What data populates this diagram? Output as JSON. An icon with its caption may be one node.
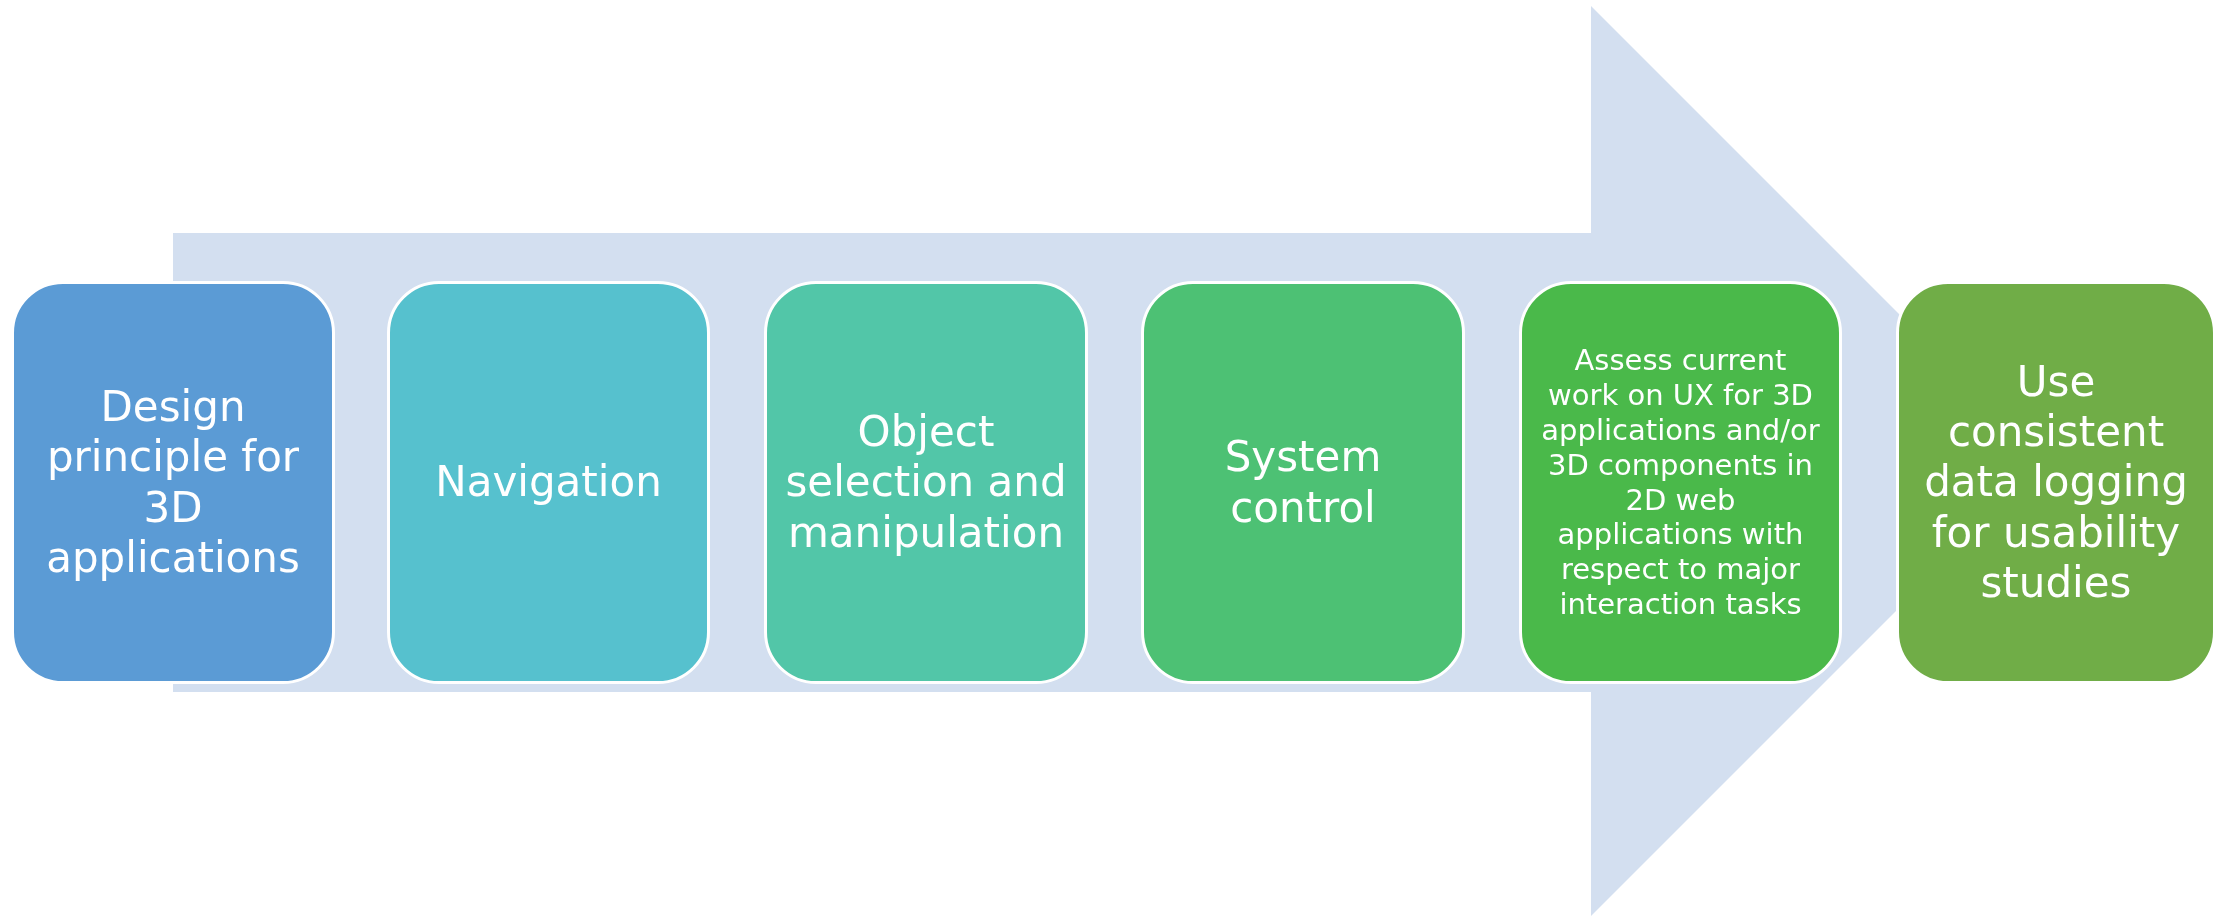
{
  "diagram": {
    "nodes": [
      {
        "text": [
          "Design principle for 3D applications"
        ]
      },
      {
        "text": [
          "Navigation"
        ]
      },
      {
        "text": [
          "Object selection and manipulation"
        ]
      },
      {
        "text": [
          "System control"
        ]
      },
      {
        "text": [
          "Assess current work on UX for 3D applications and/or 3D components in 2D web applications with respect to major interaction tasks"
        ]
      },
      {
        "text": [
          "Use consistent data logging for usability studies"
        ]
      }
    ],
    "edges": [
      {
        "from": 0,
        "to": 5,
        "arrow": "to"
      }
    ]
  }
}
